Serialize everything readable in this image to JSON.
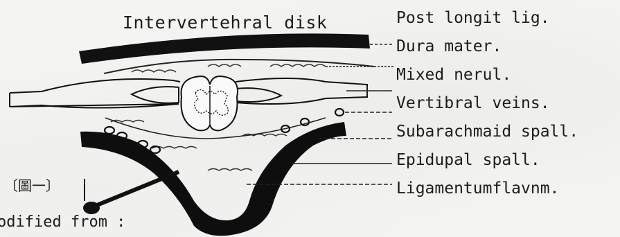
{
  "title": "Intervertehral disk",
  "labels": [
    "Post longit lig.",
    "Dura mater.",
    "Mixed nerul.",
    "Vertibral veins.",
    "Subarachmaid spall.",
    "Epidupal spall.",
    "Ligamentumflavnm."
  ],
  "figure_label": "〔圖一〕",
  "credit": "odified from :"
}
